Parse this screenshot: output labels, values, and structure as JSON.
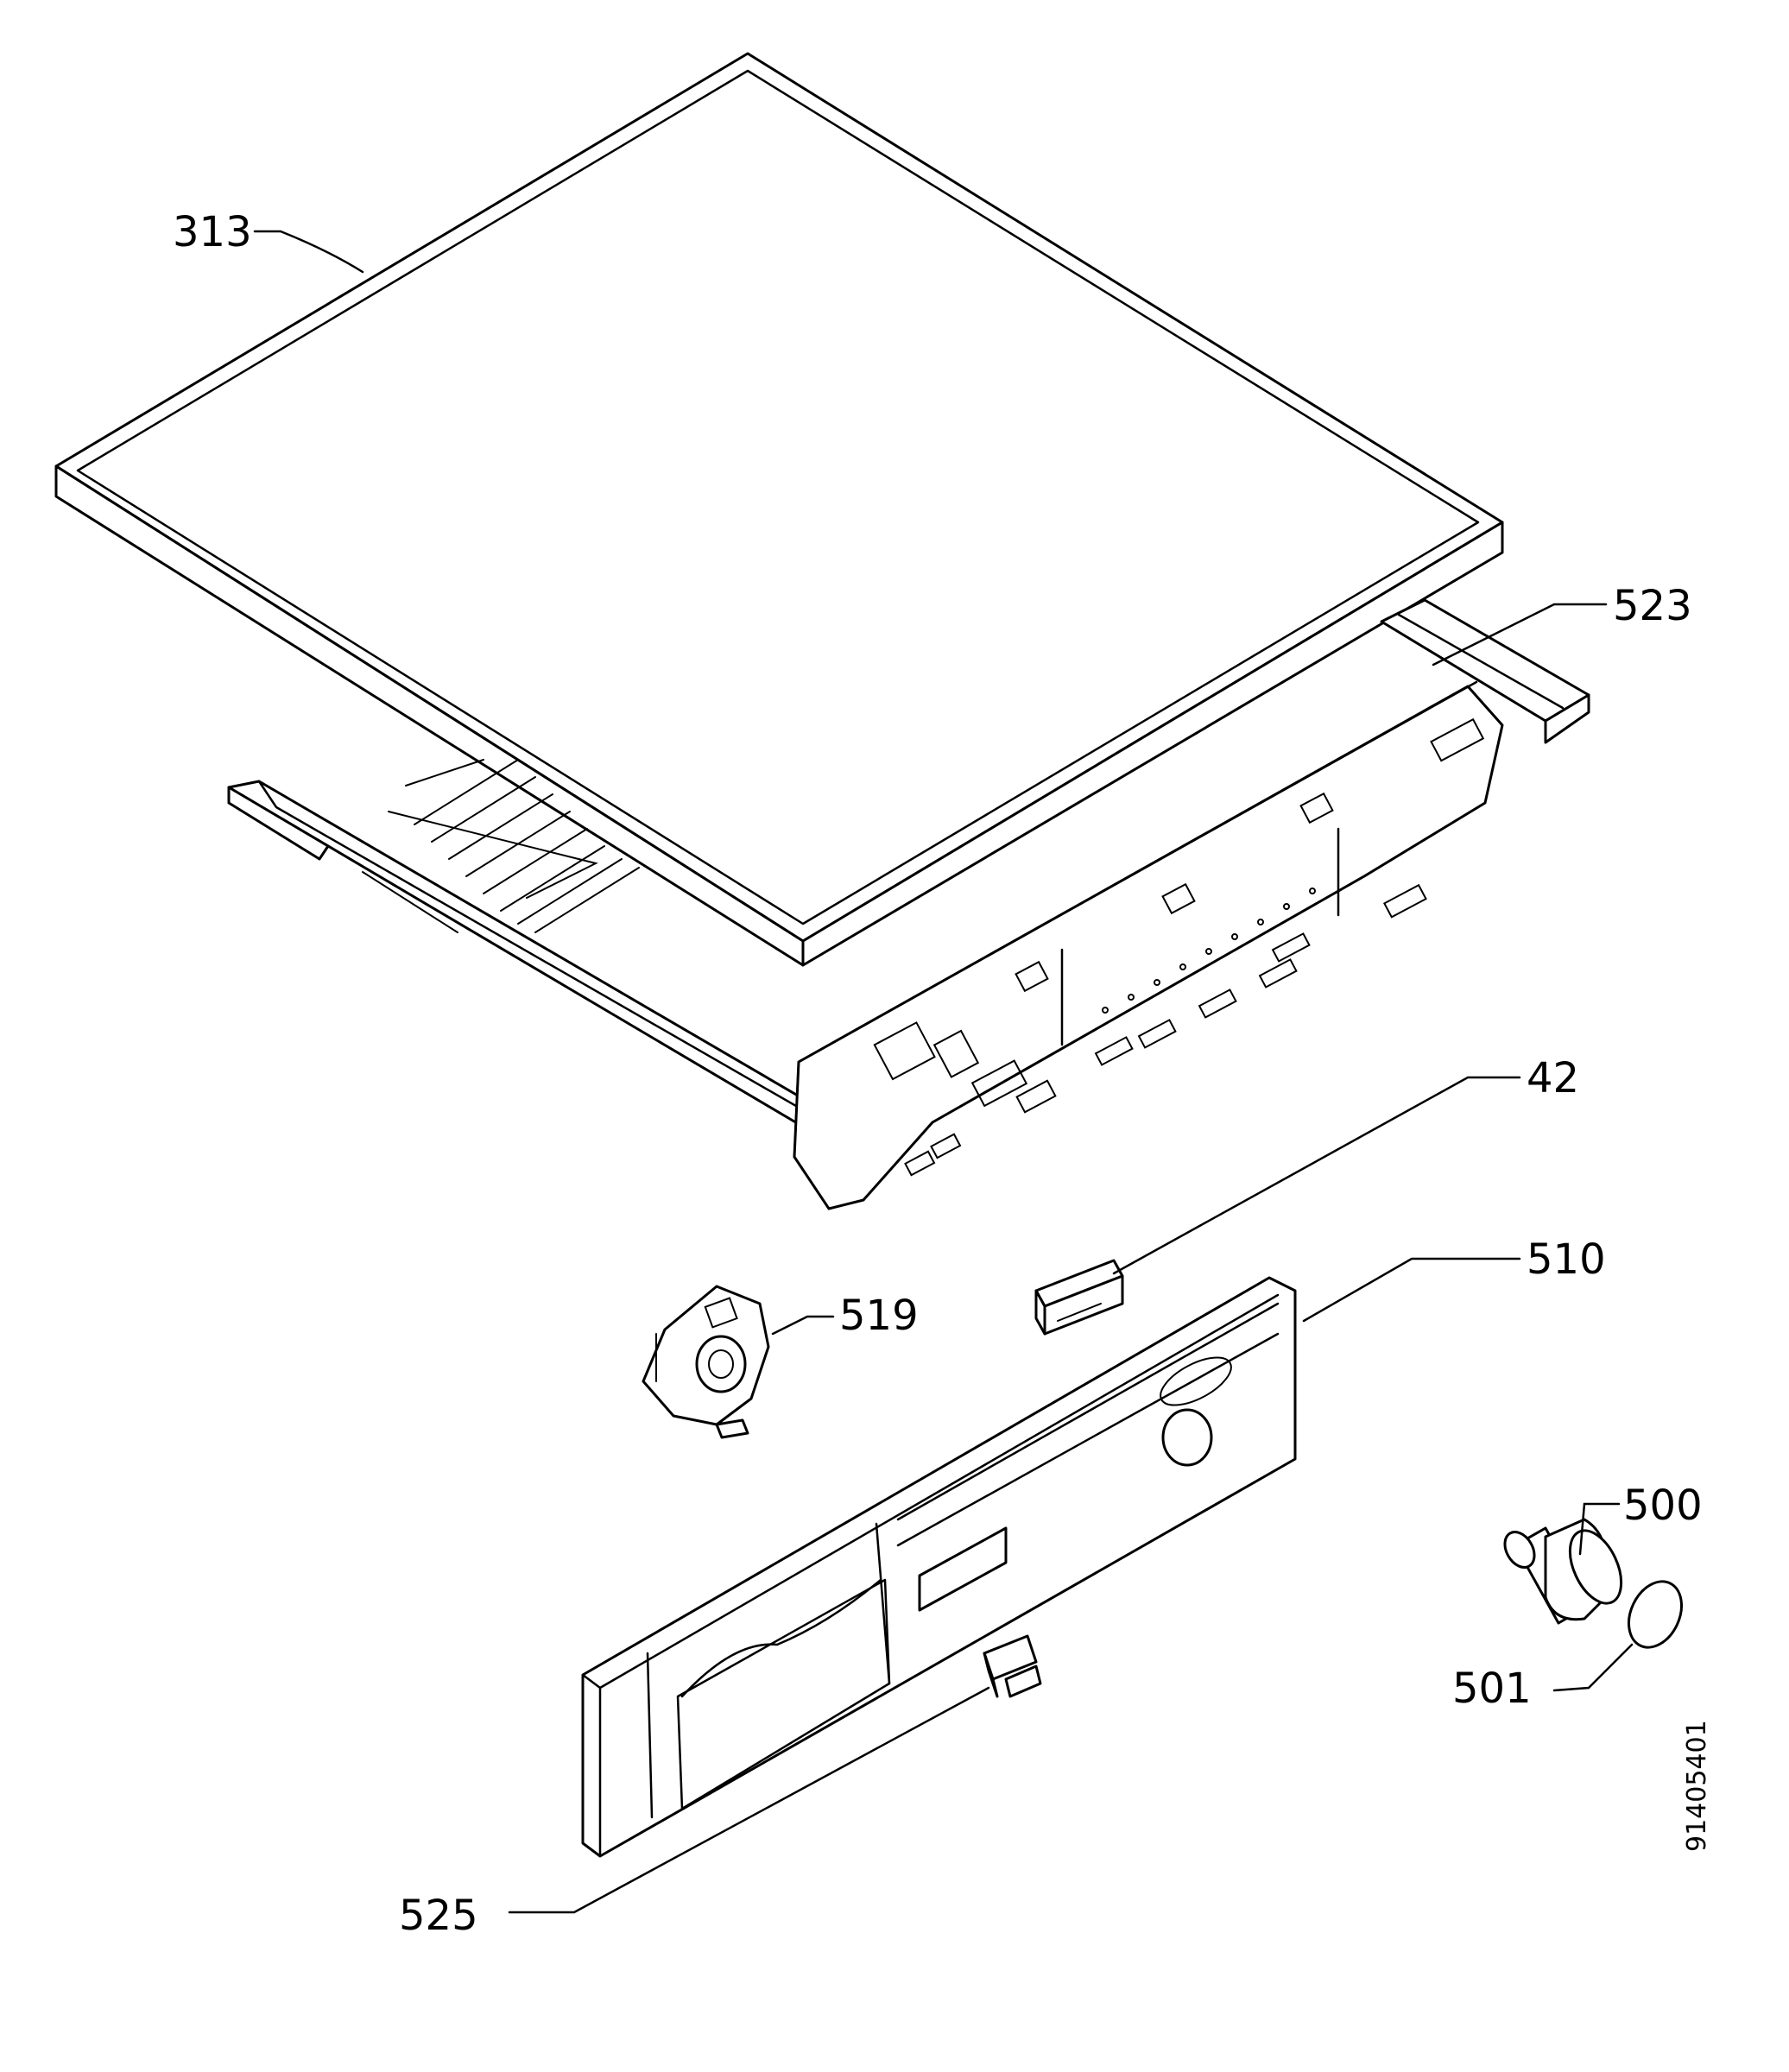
{
  "diagram": {
    "callouts": [
      {
        "id": "313",
        "label": "313"
      },
      {
        "id": "523",
        "label": "523"
      },
      {
        "id": "42",
        "label": "42"
      },
      {
        "id": "510",
        "label": "510"
      },
      {
        "id": "519",
        "label": "519"
      },
      {
        "id": "500",
        "label": "500"
      },
      {
        "id": "501",
        "label": "501"
      },
      {
        "id": "525",
        "label": "525"
      }
    ],
    "document_number": "91405401"
  }
}
